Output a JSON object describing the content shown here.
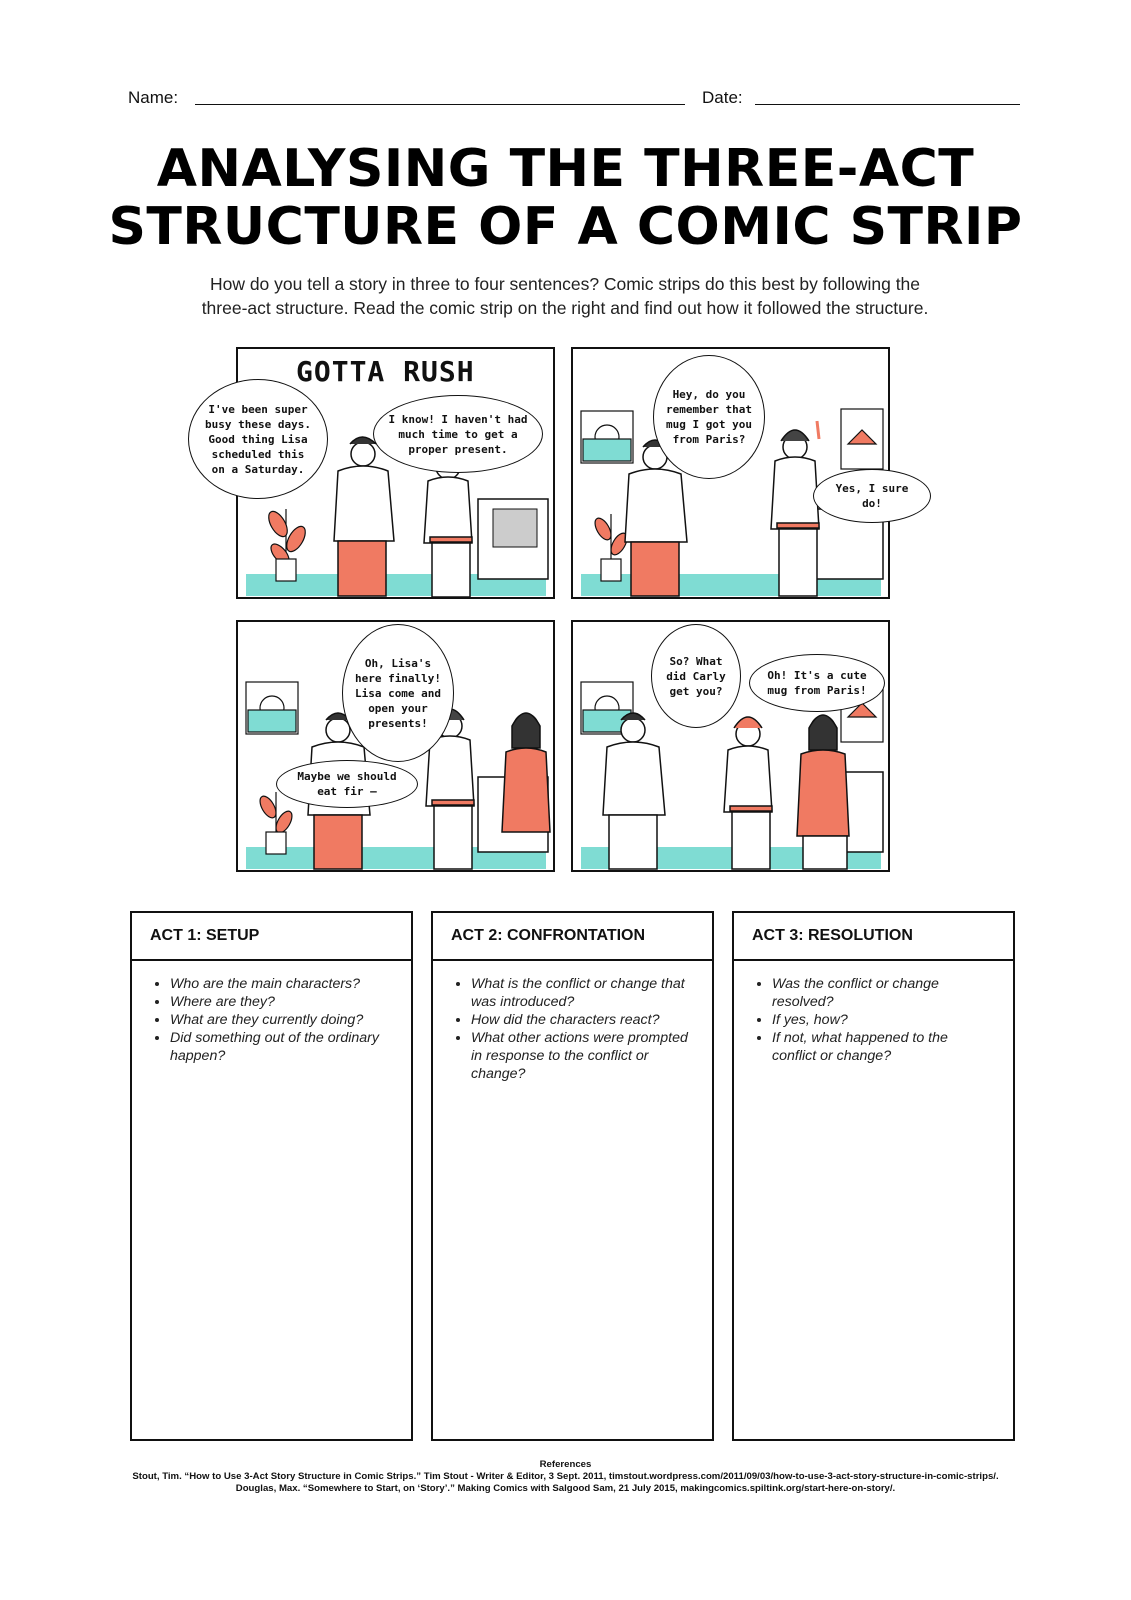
{
  "header": {
    "name_label": "Name:",
    "date_label": "Date:"
  },
  "title": {
    "line1": "ANALYSING THE THREE-ACT",
    "line2": "STRUCTURE OF A COMIC STRIP"
  },
  "intro": {
    "line1": "How do you tell a story in three to four sentences? Comic strips do this best by following the",
    "line2": "three-act structure. Read the comic strip on the right and find out how it followed the structure."
  },
  "comic": {
    "strip_title": "GOTTA RUSH",
    "panel1": {
      "bubble_a": [
        "I've been super",
        "busy these days.",
        "Good thing Lisa",
        "scheduled this",
        "on a Saturday."
      ],
      "bubble_b": [
        "I know! I haven't had",
        "much time to get a",
        "proper present."
      ]
    },
    "panel2": {
      "bubble_a": [
        "Hey, do you",
        "remember that",
        "mug I got you",
        "from Paris?"
      ],
      "bubble_b": [
        "Yes, I sure do!"
      ]
    },
    "panel3": {
      "bubble_a": [
        "Oh, Lisa's",
        "here finally!",
        "Lisa come and",
        "open your",
        "presents!"
      ],
      "bubble_b": [
        "Maybe we should",
        "eat fir —"
      ]
    },
    "panel4": {
      "bubble_a": [
        "So? What",
        "did Carly",
        "get you?"
      ],
      "bubble_b": [
        "Oh! It's a cute",
        "mug from Paris!"
      ]
    }
  },
  "acts": [
    {
      "title": "ACT 1: SETUP",
      "items": [
        "Who are the main characters?",
        "Where are they?",
        "What are they currently doing?",
        "Did something out of the ordinary happen?"
      ]
    },
    {
      "title": "ACT 2: CONFRONTATION",
      "items": [
        "What is the conflict or change that was introduced?",
        "How did the characters react?",
        "What other actions were prompted in response to the conflict or change?"
      ]
    },
    {
      "title": "ACT 3: RESOLUTION",
      "items": [
        "Was the conflict or change resolved?",
        "If yes, how?",
        "If not, what happened to the conflict or change?"
      ]
    }
  ],
  "references": {
    "heading": "References",
    "line1": "Stout, Tim. “How to Use 3-Act Story Structure in Comic Strips.” Tim Stout - Writer & Editor, 3 Sept. 2011, timstout.wordpress.com/2011/09/03/how-to-use-3-act-story-structure-in-comic-strips/.",
    "line2": "Douglas, Max. “Somewhere to Start, on ‘Story’.” Making Comics with Salgood Sam, 21 July 2015, makingcomics.spiltink.org/start-here-on-story/."
  },
  "colors": {
    "accent_teal": "#7fdcd3",
    "accent_coral": "#f07a62",
    "ink": "#111111"
  }
}
